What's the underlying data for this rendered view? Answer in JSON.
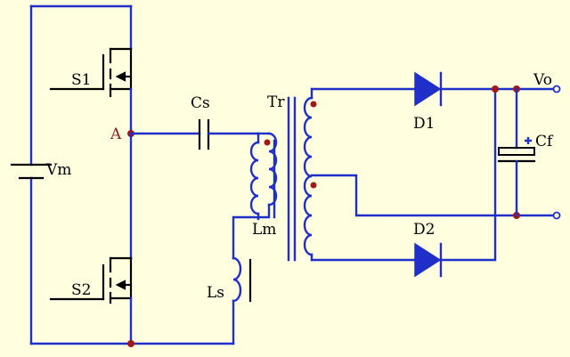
{
  "labels": {
    "s1": "S1",
    "s2": "S2",
    "node_a": "A",
    "vm": "Vm",
    "cs": "Cs",
    "tr": "Tr",
    "lm": "Lm",
    "ls": "Ls",
    "d1": "D1",
    "d2": "D2",
    "vo": "Vo",
    "cf": "Cf"
  },
  "colors": {
    "background": "#ffffe0",
    "wire": "#1f2fc8",
    "component": "#000000",
    "junction": "#a01818",
    "node_label": "#8b1a1a"
  }
}
